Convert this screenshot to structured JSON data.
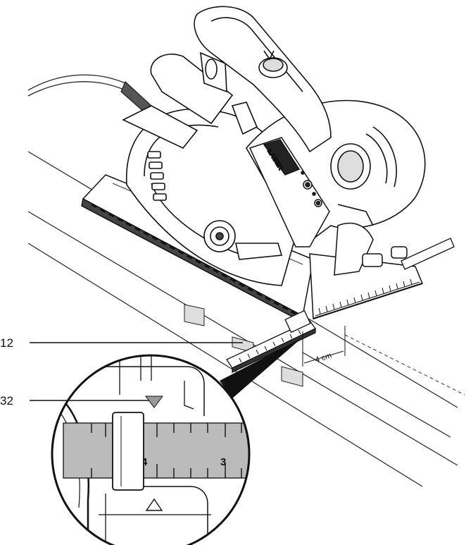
{
  "callouts": [
    {
      "label": "12"
    },
    {
      "label": "32"
    }
  ],
  "dimension": {
    "text": "4 cm"
  },
  "tool_marking": {
    "text": "LASER"
  },
  "detail_ruler": {
    "numbers": [
      "4",
      "3"
    ]
  },
  "icons": [
    "circular-saw-icon",
    "parallel-guide-icon",
    "magnifier-detail-icon",
    "triangle-marker-icon"
  ]
}
